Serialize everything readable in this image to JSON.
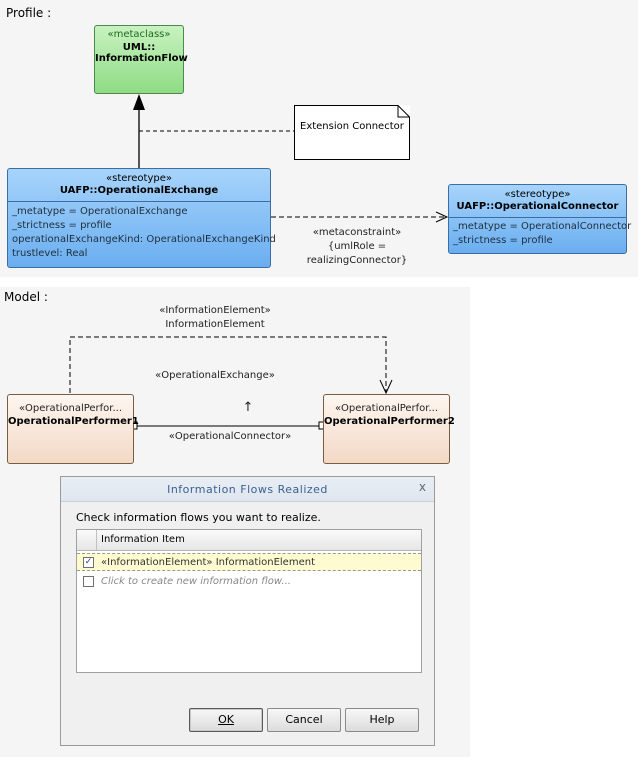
{
  "profile": {
    "section_label": "Profile :",
    "metaclass": {
      "stereotype": "«metaclass»",
      "name_line1": "UML::",
      "name_line2": "InformationFlow"
    },
    "note": {
      "text": "Extension Connector"
    },
    "exchange": {
      "stereotype": "«stereotype»",
      "name": "UAFP::OperationalExchange",
      "attributes": [
        "_metatype = OperationalExchange",
        "_strictness = profile",
        "operationalExchangeKind: OperationalExchangeKind",
        "trustlevel: Real"
      ]
    },
    "connector": {
      "stereotype": "«stereotype»",
      "name": "UAFP::OperationalConnector",
      "attributes": [
        "_metatype = OperationalConnector",
        "_strictness = profile"
      ]
    },
    "metaconstraint": {
      "line1": "«metaconstraint»",
      "line2": "{umlRole =",
      "line3": "realizingConnector}"
    }
  },
  "model": {
    "section_label": "Model :",
    "info_element": {
      "line1": "«InformationElement»",
      "line2": "InformationElement"
    },
    "exchange_label": "«OperationalExchange»",
    "arrow_glyph": "↑",
    "connector_label": "«OperationalConnector»",
    "performer1": {
      "stereotype": "«OperationalPerfor...",
      "name": "OperationalPerformer1"
    },
    "performer2": {
      "stereotype": "«OperationalPerfor...",
      "name": "OperationalPerformer2"
    }
  },
  "dialog": {
    "title": "Information Flows Realized",
    "close": "x",
    "instruction": "Check information flows you want to realize.",
    "column_header": "Information Item",
    "rows": [
      {
        "checked": "✓",
        "text": "«InformationElement» InformationElement"
      },
      {
        "checked": "",
        "text": "Click to create new information flow..."
      }
    ],
    "buttons": {
      "ok": "OK",
      "cancel": "Cancel",
      "help": "Help"
    }
  },
  "colors": {
    "metaclass_fill": "#a8e6a0",
    "stereotype_fill": "#7ab8f0",
    "performer_fill": "#f5dcc8",
    "dialog_title": "#3c5f8f"
  }
}
